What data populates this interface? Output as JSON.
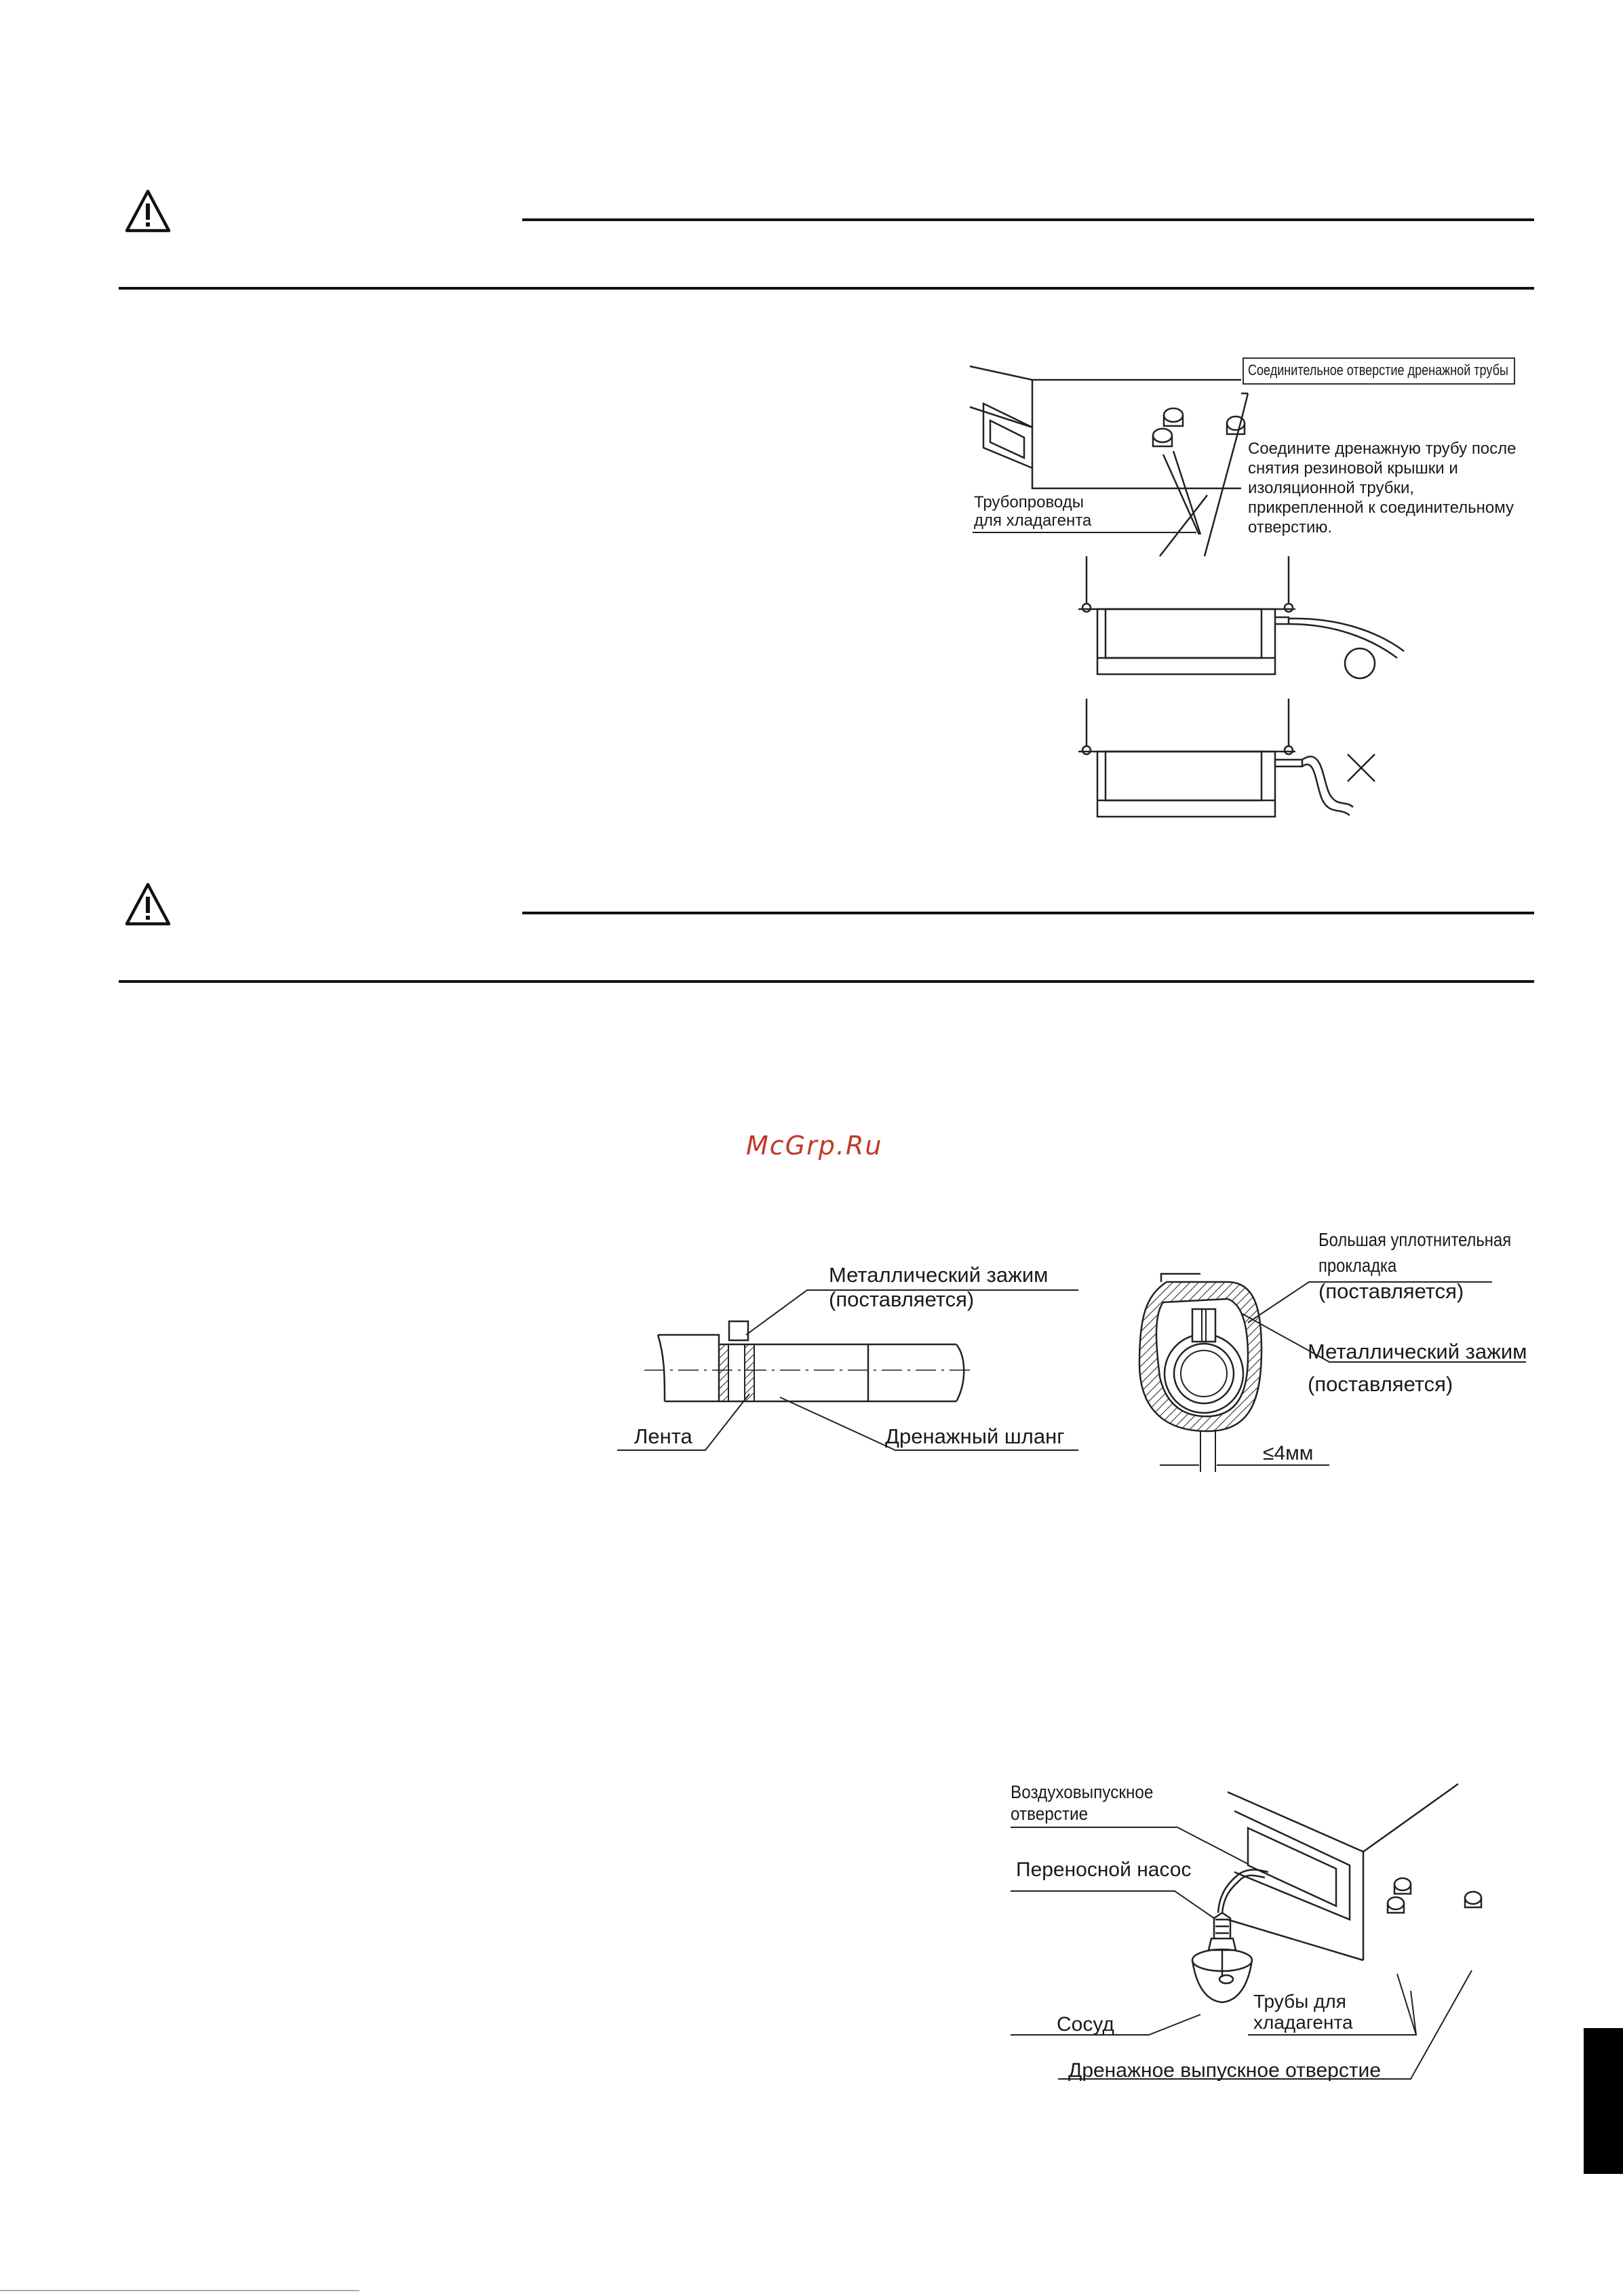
{
  "watermark": "McGrp.Ru",
  "fig1": {
    "drain_hole_label": "Соединительное отверстие дренажной трубы",
    "instruction_lines": [
      "Соедините дренажную трубу после",
      "снятия резиновой крышки и",
      "изоляционной трубки,",
      "прикрепленной к соединительному",
      "отверстию."
    ],
    "refrigerant_lines": [
      "Трубопроводы",
      "для хладагента"
    ]
  },
  "fig2": {
    "clamp_lines": [
      "Металлический зажим",
      "(поставляется)"
    ],
    "tape": "Лента",
    "hose": "Дренажный шланг"
  },
  "fig3": {
    "gasket_lines": [
      "Большая уплотнительная",
      "прокладка"
    ],
    "gasket_supplied": "(поставляется)",
    "clamp_lines": [
      "Металлический зажим",
      "(поставляется)"
    ],
    "gap": "≤4мм"
  },
  "fig4": {
    "air_outlet_lines": [
      "Воздуховыпускное",
      "отверстие"
    ],
    "pump": "Переносной насос",
    "vessel": "Сосуд",
    "refrigerant_lines": [
      "Трубы для",
      "хладагента"
    ],
    "drain_outlet": "Дренажное выпускное отверстие"
  }
}
